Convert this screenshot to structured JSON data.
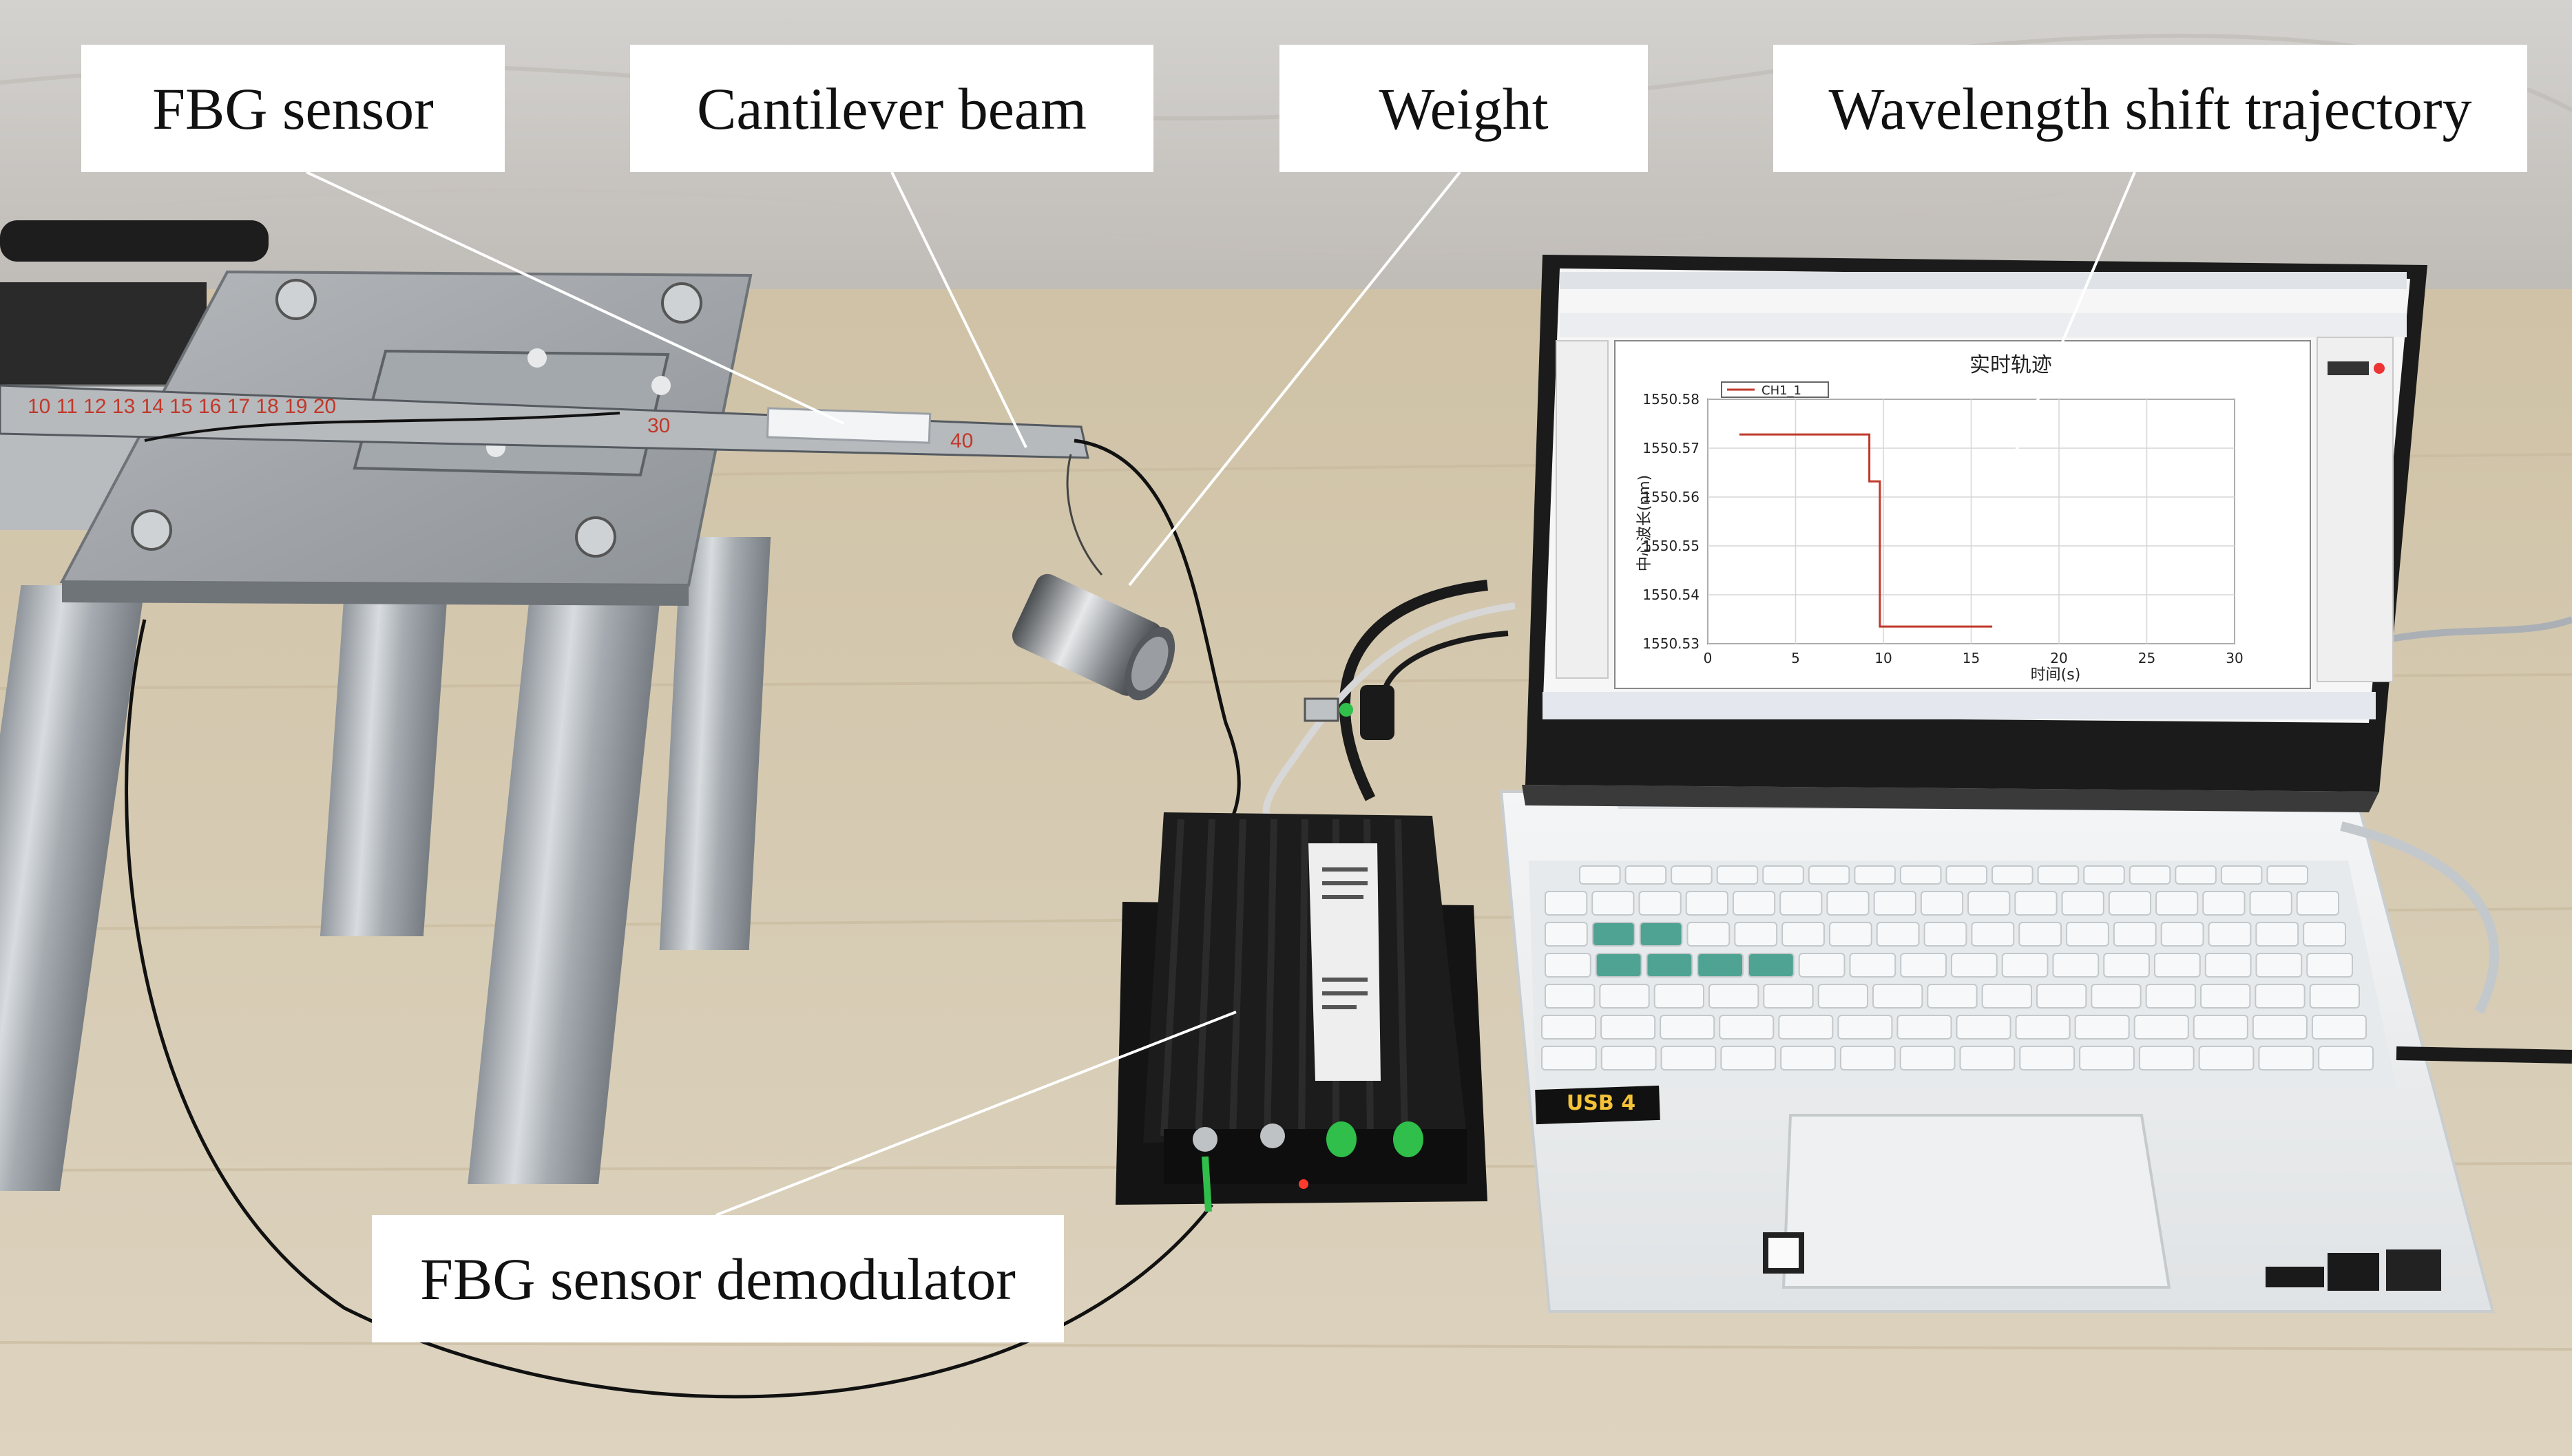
{
  "labels": {
    "fbg_sensor": "FBG sensor",
    "cantilever_beam": "Cantilever beam",
    "weight": "Weight",
    "trajectory": "Wavelength shift trajectory",
    "demodulator": "FBG sensor demodulator"
  },
  "usb_badge": "USB 4",
  "chart_data": {
    "type": "line",
    "title": "实时轨迹",
    "xlabel": "时间(s)",
    "ylabel": "中心波长(nm)",
    "legend": "CH1_1",
    "legend_position": "top-left",
    "grid": true,
    "xlim": [
      0,
      30
    ],
    "ylim": [
      1550.53,
      1550.58
    ],
    "x_ticks": [
      "0",
      "5",
      "10",
      "15",
      "20",
      "25",
      "30"
    ],
    "y_ticks": [
      "1550.58",
      "1550.57",
      "1550.56",
      "1550.55",
      "1550.54",
      "1550.53"
    ],
    "series": [
      {
        "name": "CH1_1",
        "color": "#c0392b",
        "x": [
          1.8,
          9.2,
          9.2,
          9.8,
          9.8,
          16.2
        ],
        "y": [
          1550.5728,
          1550.5728,
          1550.5632,
          1550.5632,
          1550.5335,
          1550.5335
        ]
      }
    ]
  },
  "colors": {
    "wall": "#c9c6c2",
    "table": "#d6cbb4",
    "metal": "#a9adb1",
    "demodulator": "#1c1c1c",
    "laptop": "#eef0f1",
    "plot_line": "#c0392b",
    "green_knob": "#2fbf4a"
  }
}
